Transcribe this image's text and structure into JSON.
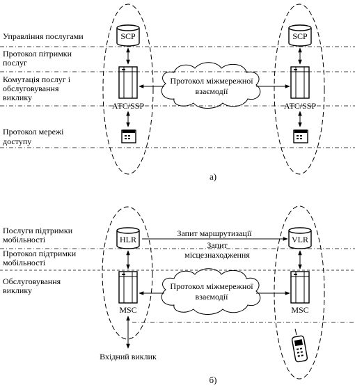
{
  "part_a": {
    "left_labels": [
      "Управління послугами",
      "Протокол пітримки",
      "послуг",
      "Комутація послуг і",
      "обслуговування",
      "виклику",
      "Протокол мережі",
      "доступу"
    ],
    "left_scp": "SCP",
    "right_scp": "SCP",
    "left_switch": "АТС/SSP",
    "right_switch": "АТС/SSP",
    "cloud_line1": "Протокол міжмережної",
    "cloud_line2": "взаємодії",
    "caption": "а)"
  },
  "part_b": {
    "left_labels": [
      "Послуги підтримки",
      "мобільності",
      "Протокол підтримки",
      "мобільності",
      "Обслуговування",
      "виклику"
    ],
    "hlr": "HLR",
    "vlr": "VLR",
    "routing_request": "Запит маршрутизації",
    "location_request_line1": "Запит",
    "location_request_line2": "місцезнаходження",
    "left_switch": "MSC",
    "right_switch": "MSC",
    "cloud_line1": "Протокол міжмережної",
    "cloud_line2": "взаємодії",
    "incoming_call": "Вхідний виклик",
    "caption": "б)"
  },
  "icons": [
    "database-icon",
    "switch-rack-icon",
    "telephone-icon",
    "mobile-phone-icon",
    "cloud-icon"
  ]
}
